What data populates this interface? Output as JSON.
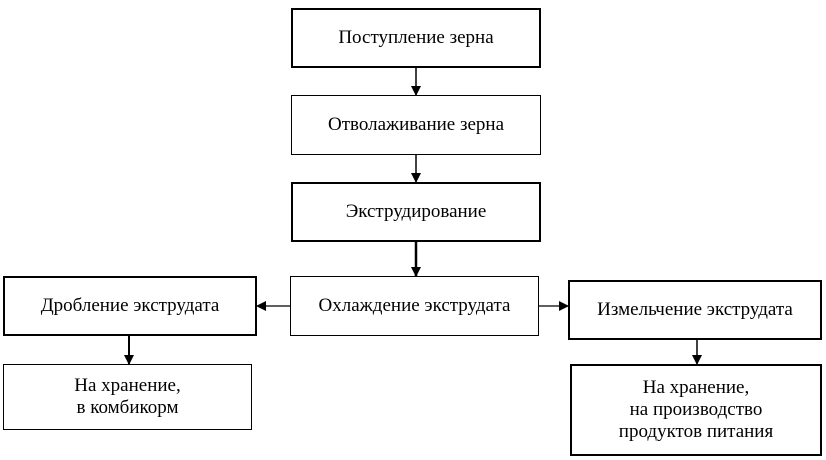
{
  "nodes": {
    "grain_intake": "Поступление зерна",
    "grain_moistening": "Отволаживание зерна",
    "extrusion": "Экструдирование",
    "cooling": "Охлаждение экструдата",
    "crushing": "Дробление экструдата",
    "grinding": "Измельчение экструдата",
    "storage_feed": [
      "На хранение,",
      "в комбикорм"
    ],
    "storage_food": [
      "На хранение,",
      "на производство",
      "продуктов питания"
    ]
  },
  "edges": [
    {
      "from": "grain_intake",
      "to": "grain_moistening"
    },
    {
      "from": "grain_moistening",
      "to": "extrusion"
    },
    {
      "from": "extrusion",
      "to": "cooling"
    },
    {
      "from": "cooling",
      "to": "crushing"
    },
    {
      "from": "cooling",
      "to": "grinding"
    },
    {
      "from": "crushing",
      "to": "storage_feed"
    },
    {
      "from": "grinding",
      "to": "storage_food"
    }
  ]
}
